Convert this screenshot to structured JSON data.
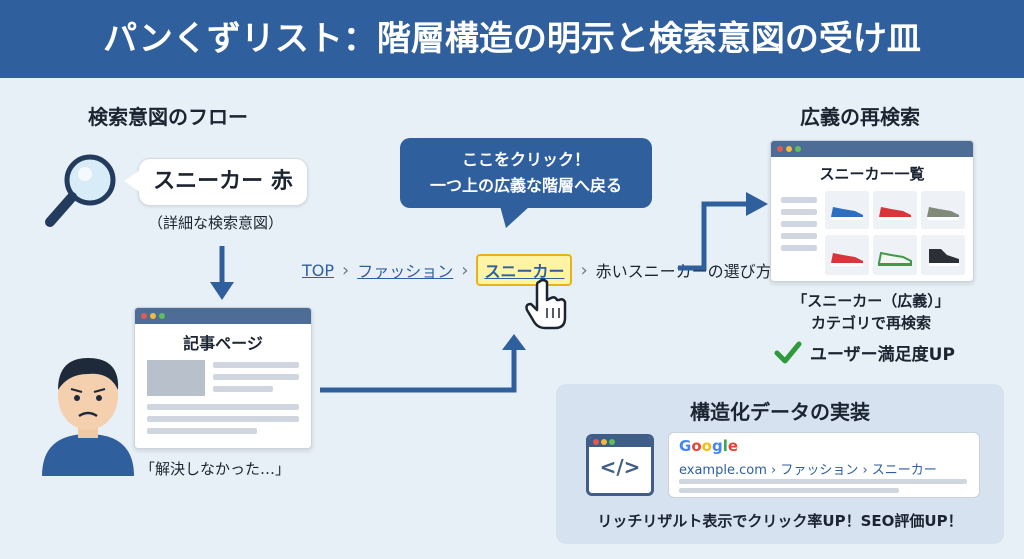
{
  "header": {
    "title": "パンくずリスト：階層構造の明示と検索意図の受け皿"
  },
  "left": {
    "section_title": "検索意図のフロー",
    "search_query": "スニーカー 赤",
    "search_note": "（詳細な検索意図）",
    "article_title": "記事ページ",
    "user_caption": "「解決しなかった…」"
  },
  "callout": {
    "line1": "ここをクリック！",
    "line2": "一つ上の広義な階層へ戻る"
  },
  "breadcrumb": {
    "items": [
      "TOP",
      "ファッション",
      "スニーカー",
      "赤いスニーカーの選び方"
    ],
    "separator": "›"
  },
  "right": {
    "section_title": "広義の再検索",
    "list_title": "スニーカー一覧",
    "caption1": "「スニーカー（広義）」",
    "caption2": "カテゴリで再検索",
    "satisfaction": "ユーザー満足度UP"
  },
  "structured": {
    "title": "構造化データの実装",
    "google": "Google",
    "url_line": "example.com › ファッション › スニーカー",
    "footer": "リッチリザルト表示でクリック率UP！SEO評価UP！"
  },
  "colors": {
    "brand": "#2f5f9d",
    "highlight": "#fff3a6",
    "check": "#2e9a3c"
  }
}
